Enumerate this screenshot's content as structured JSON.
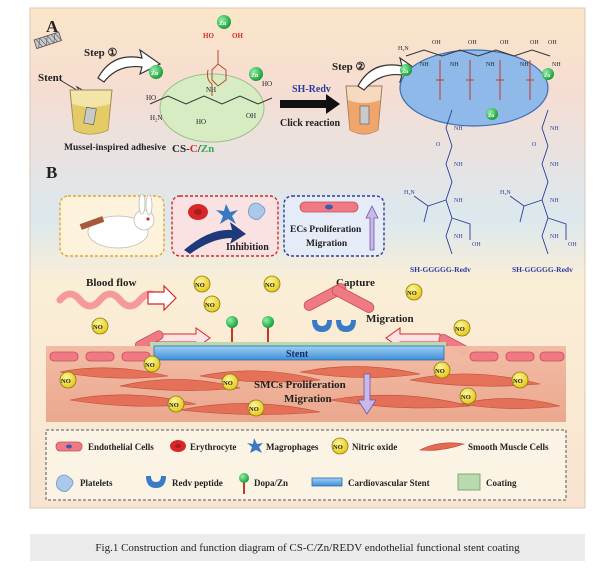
{
  "panelA": {
    "label": "A",
    "step1": "Step ①",
    "step2": "Step ②",
    "stent": "Stent",
    "adhesive": "Mussel-inspired adhesive",
    "cs_prefix": "CS-",
    "cs_c": "C",
    "cs_slash": "/",
    "cs_zn": "Zn",
    "sh_redv": "SH-Redv",
    "click": "Click reaction",
    "zn": "Zn",
    "ho": "HO",
    "oh": "OH",
    "nh": "NH",
    "h2n": "H₂N",
    "o": "O",
    "n": "N",
    "peptide_label": "SH-GGGGG-Redv"
  },
  "panelB": {
    "label": "B",
    "inhibition": "Inhibition",
    "ecs_line1": "ECs Proliferation",
    "ecs_line2": "Migration",
    "blood_flow": "Blood flow",
    "capture": "Capture",
    "migration": "Migration",
    "stent": "Stent",
    "smcs_line1": "SMCs Proliferation",
    "smcs_line2": "Migration",
    "no": "NO"
  },
  "legend": {
    "endothelial": "Endothelial Cells",
    "erythrocyte": "Erythrocyte",
    "macrophages": "Magrophages",
    "nitric": "Nitric oxide",
    "smooth": "Smooth Muscle Cells",
    "platelets": "Platelets",
    "redv": "Redv peptide",
    "dopa": "Dopa/Zn",
    "cardio": "Cardiovascular Stent",
    "coating": "Coating"
  },
  "caption": "Fig.1 Construction and function diagram of CS-C/Zn/REDV endothelial functional stent coating",
  "colors": {
    "green": "#2bb24c",
    "dark_green": "#1c8a36",
    "blue_text": "#2a3f9a",
    "red": "#d62828",
    "stent_blue": "#5aa7e6",
    "coating_green": "#b9d9b0",
    "cell_pink": "#f07a84",
    "no_yellow": "#f2de2a"
  }
}
